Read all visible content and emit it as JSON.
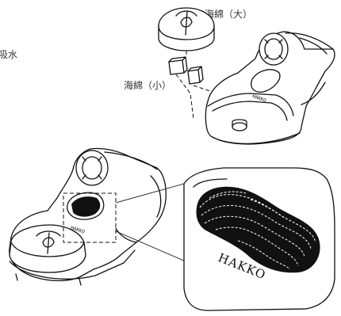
{
  "labels": {
    "water_fragment": "吸水",
    "sponge_large": "海綿（大）",
    "sponge_small": "海綿（小）",
    "brand_top": "HAKKO",
    "brand_bottom": "HAKKO",
    "brand_zoom": "HAKKO"
  }
}
